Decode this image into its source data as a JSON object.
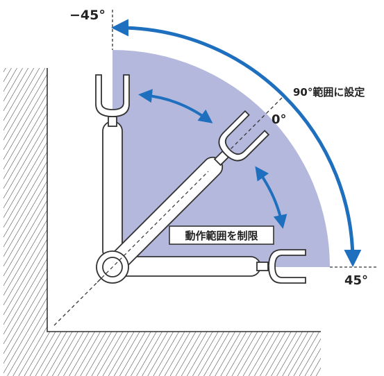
{
  "labels": {
    "neg45": "−45°",
    "zero": "0°",
    "pos45": "45°",
    "range_setting": "90°範囲に設定",
    "range_limit": "動作範囲を制限"
  },
  "colors": {
    "sector_fill": "#b3b8dc",
    "arrow_blue": "#1f6fbf",
    "line": "#333333",
    "tube_fill": "#ffffff"
  },
  "icons": {
    "wall_hatch": "diagonal-hatch",
    "fork_top": "u-fork-icon",
    "fork_diag": "u-fork-icon",
    "fork_right": "u-fork-icon",
    "pivot": "pivot-circle-icon"
  }
}
